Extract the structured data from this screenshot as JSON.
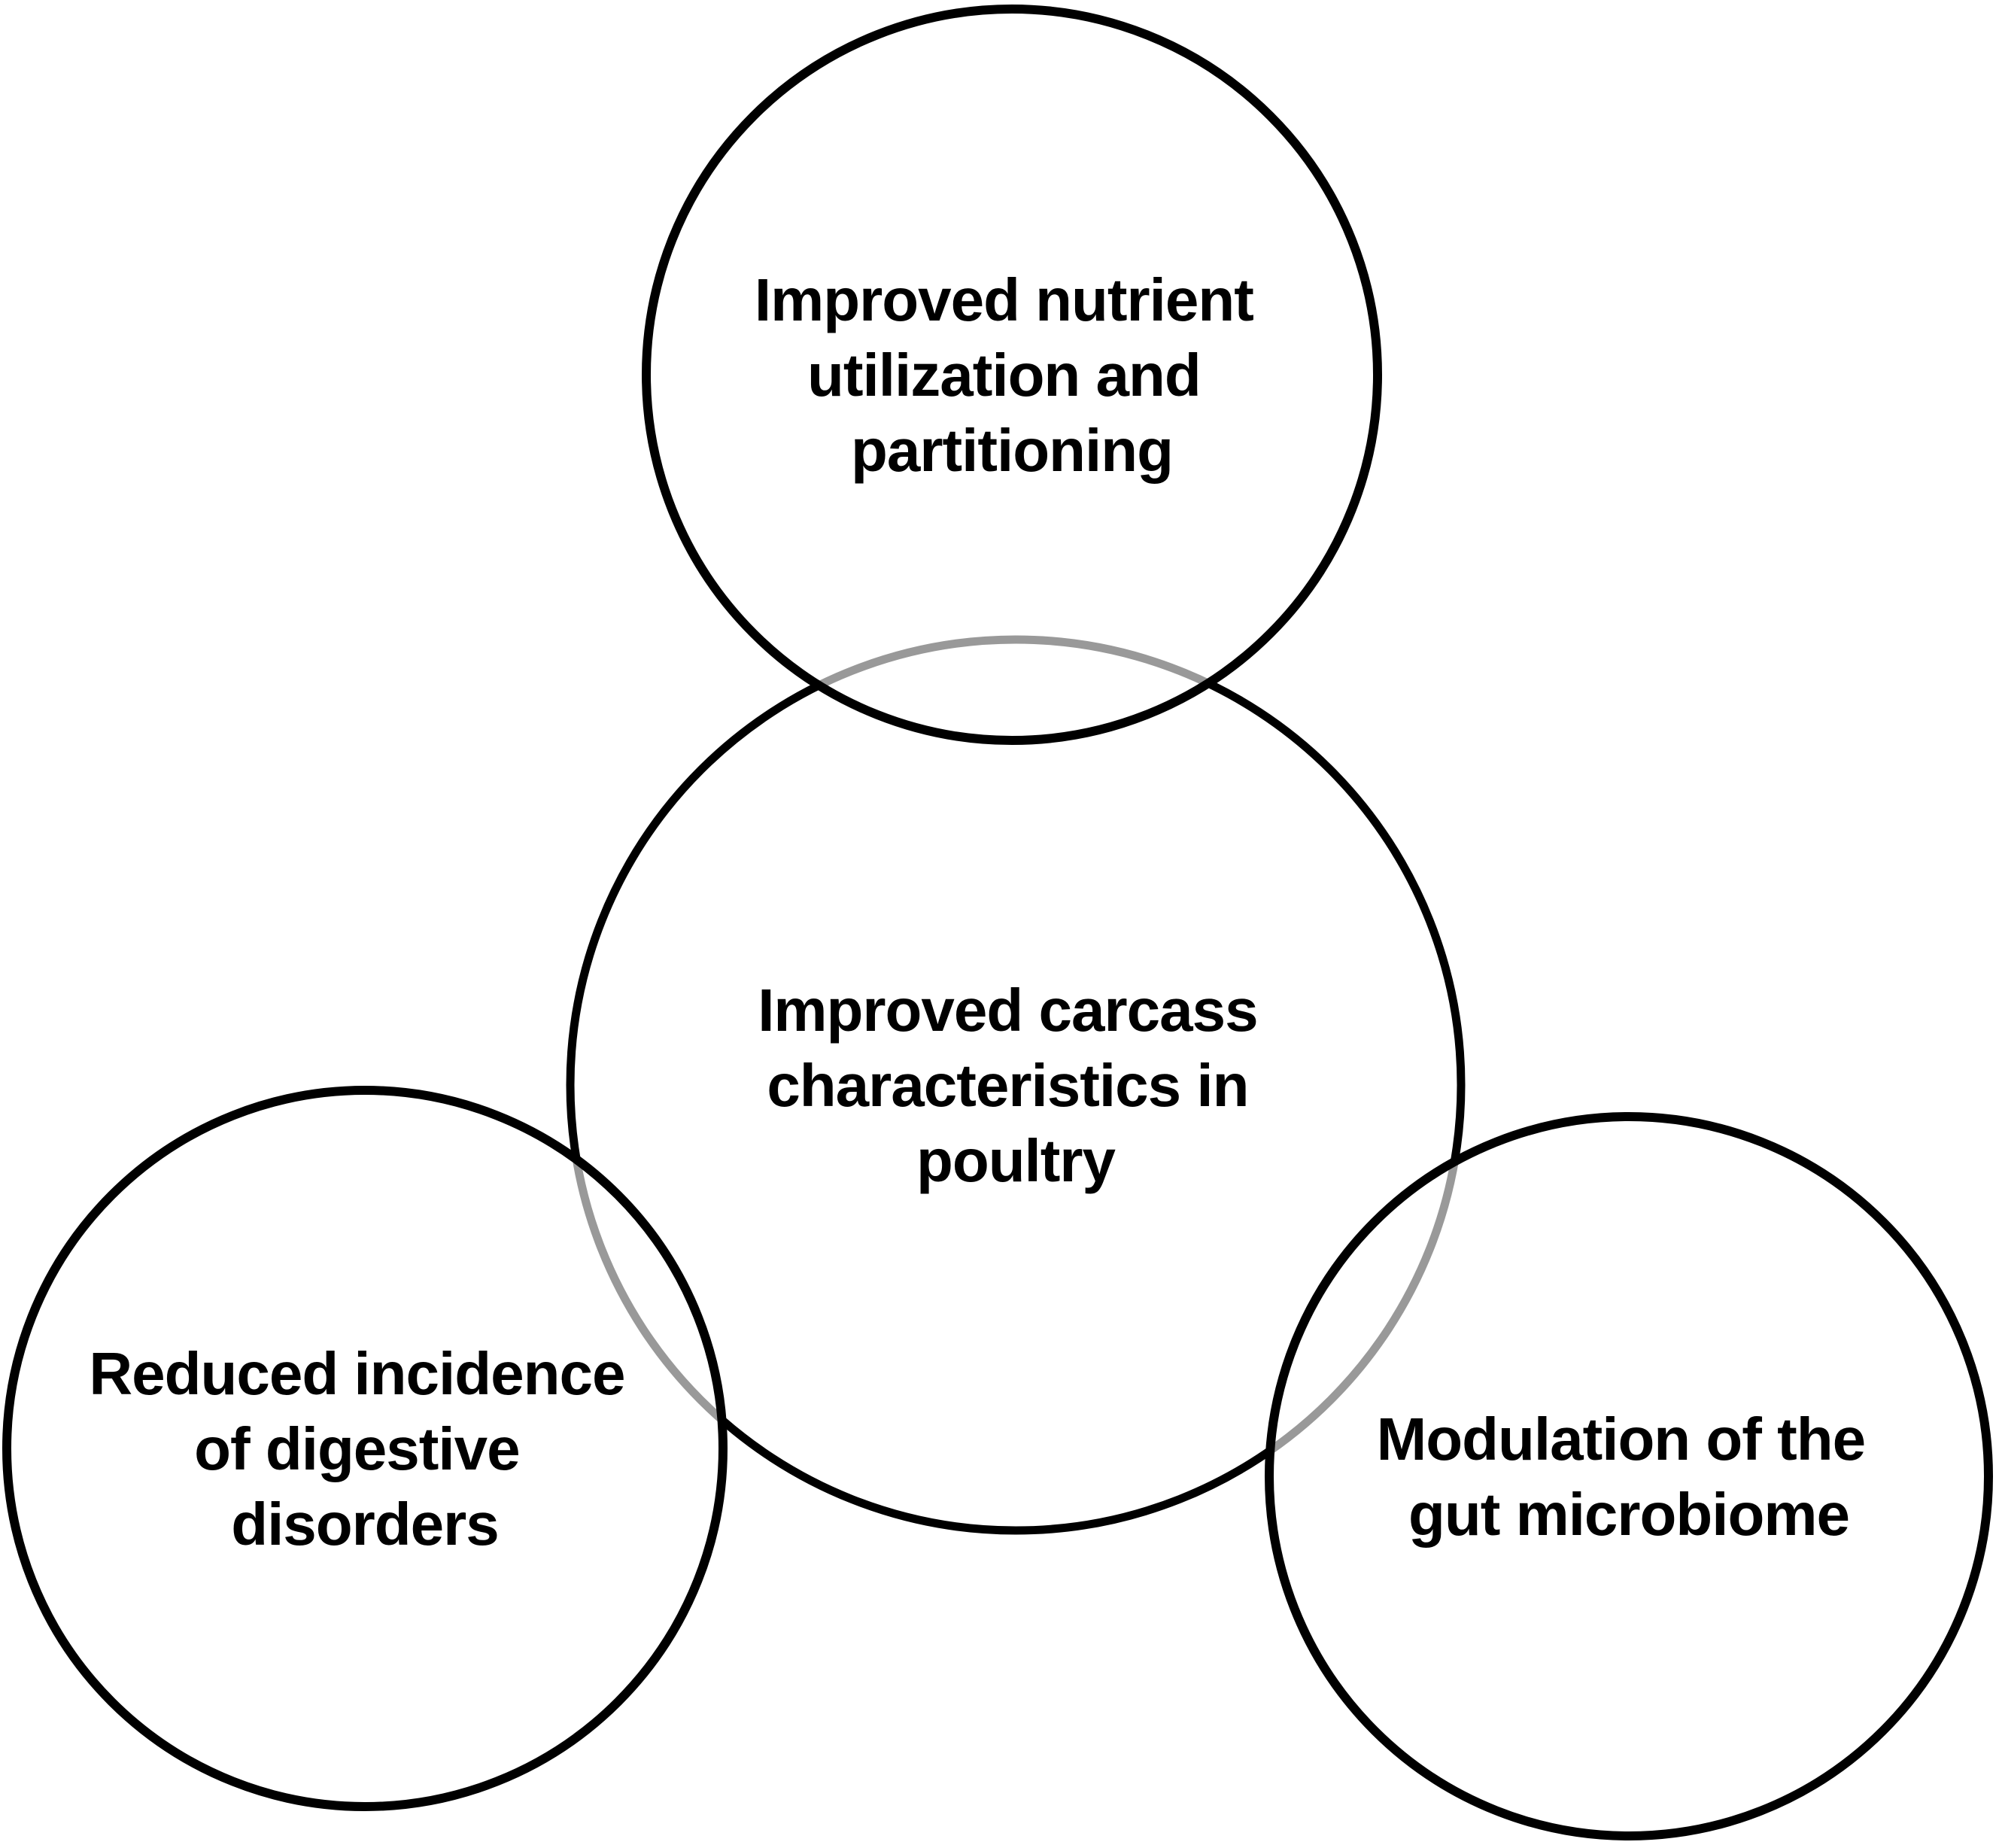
{
  "diagram": {
    "center_circle": {
      "label": "Improved carcass characteristics in poultry",
      "lines": [
        "Improved carcass",
        "characteristics in",
        "poultry"
      ]
    },
    "satellite_circles": [
      {
        "position": "top",
        "label": "Improved nutrient utilization and partitioning",
        "lines": [
          "Improved nutrient",
          "utilization and",
          "partitioning"
        ]
      },
      {
        "position": "bottom-left",
        "label": "Reduced incidence of digestive disorders",
        "lines": [
          "Reduced incidence",
          "of digestive",
          "disorders"
        ]
      },
      {
        "position": "bottom-right",
        "label": "Modulation of the gut microbiome",
        "lines": [
          "Modulation of the",
          "gut microbiome"
        ]
      }
    ],
    "colors": {
      "circle_stroke": "#000000",
      "overlap_arc_gray": "#999999",
      "text": "#000000",
      "background": "#ffffff"
    }
  }
}
